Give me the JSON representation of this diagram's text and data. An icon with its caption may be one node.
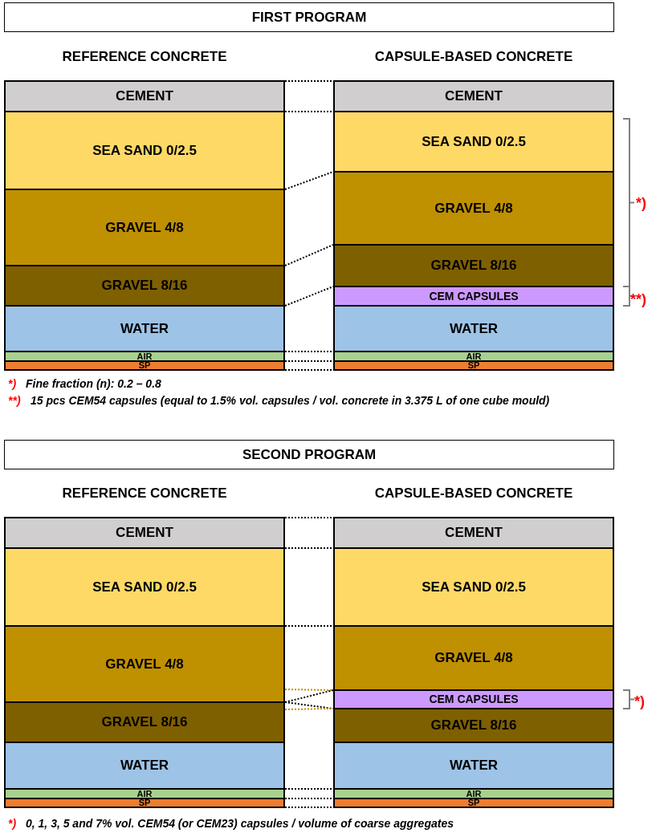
{
  "diagram": {
    "nodes": [
      {
        "text": [
          "FIRST PROGRAM"
        ]
      },
      {
        "text": [
          "CEMENT"
        ]
      },
      {
        "text": [
          "SEA SAND 0/2.5"
        ]
      },
      {
        "text": [
          "GRAVEL 4/8"
        ]
      },
      {
        "text": [
          "GRAVEL 8/16"
        ]
      },
      {
        "text": [
          "WATER"
        ]
      },
      {
        "text": [
          "AIR"
        ]
      },
      {
        "text": [
          "SP"
        ]
      },
      {
        "text": [
          "CEMENT"
        ]
      },
      {
        "text": [
          "SEA SAND 0/2.5"
        ]
      },
      {
        "text": [
          "GRAVEL 4/8"
        ]
      },
      {
        "text": [
          "GRAVEL 8/16"
        ]
      },
      {
        "text": [
          "CEM CAPSULES"
        ]
      },
      {
        "text": [
          "WATER"
        ]
      },
      {
        "text": [
          "AIR"
        ]
      },
      {
        "text": [
          "SP"
        ]
      },
      {
        "text": [
          "SECOND PROGRAM"
        ]
      },
      {
        "text": [
          "CEMENT"
        ]
      },
      {
        "text": [
          "SEA SAND 0/2.5"
        ]
      },
      {
        "text": [
          "GRAVEL 4/8"
        ]
      },
      {
        "text": [
          "GRAVEL 8/16"
        ]
      },
      {
        "text": [
          "WATER"
        ]
      },
      {
        "text": [
          "AIR"
        ]
      },
      {
        "text": [
          "SP"
        ]
      },
      {
        "text": [
          "CEMENT"
        ]
      },
      {
        "text": [
          "SEA SAND 0/2.5"
        ]
      },
      {
        "text": [
          "GRAVEL 4/8"
        ]
      },
      {
        "text": [
          "CEM CAPSULES"
        ]
      },
      {
        "text": [
          "GRAVEL 8/16"
        ]
      },
      {
        "text": [
          "WATER"
        ]
      },
      {
        "text": [
          "AIR"
        ]
      },
      {
        "text": [
          "SP"
        ]
      }
    ],
    "edges": [
      {
        "from": 1,
        "to": 8,
        "arrow": "none",
        "style": "dashed"
      },
      {
        "from": 2,
        "to": 9,
        "arrow": "none",
        "style": "dashed"
      },
      {
        "from": 3,
        "to": 10,
        "arrow": "none",
        "style": "dashed"
      },
      {
        "from": 4,
        "to": 11,
        "arrow": "none",
        "style": "dashed"
      },
      {
        "from": 5,
        "to": 12,
        "arrow": "none",
        "style": "dashed"
      },
      {
        "from": 6,
        "to": 14,
        "arrow": "none",
        "style": "dashed"
      },
      {
        "from": 7,
        "to": 15,
        "arrow": "none",
        "style": "dashed"
      },
      {
        "from": 7,
        "to": 15,
        "arrow": "none",
        "style": "dashed"
      },
      {
        "from": 17,
        "to": 24,
        "arrow": "none",
        "style": "dashed"
      },
      {
        "from": 18,
        "to": 25,
        "arrow": "none",
        "style": "dashed"
      },
      {
        "from": 19,
        "to": 26,
        "arrow": "none",
        "style": "dashed"
      },
      {
        "from": 19,
        "to": 27,
        "arrow": "none",
        "style": "dashed",
        "color": "#bf9000"
      },
      {
        "from": 20,
        "to": 27,
        "arrow": "none",
        "style": "dashed"
      },
      {
        "from": 20,
        "to": 28,
        "arrow": "none",
        "style": "dashed"
      },
      {
        "from": 20,
        "to": 28,
        "arrow": "none",
        "style": "dashed",
        "color": "#bf9000"
      },
      {
        "from": 22,
        "to": 30,
        "arrow": "none",
        "style": "dashed"
      },
      {
        "from": 23,
        "to": 31,
        "arrow": "none",
        "style": "dashed"
      },
      {
        "from": 23,
        "to": 31,
        "arrow": "none",
        "style": "dashed"
      }
    ],
    "labels": [
      "REFERENCE CONCRETE",
      "CAPSULE-BASED CONCRETE",
      "*)",
      "**)",
      "*)",
      "Fine fraction (n): 0.2 – 0.8",
      "**)",
      "15 pcs CEM54 capsules (equal to 1.5% vol. capsules / vol. concrete in 3.375 L of one cube mould)",
      "REFERENCE CONCRETE",
      "CAPSULE-BASED CONCRETE",
      "*)",
      "*)",
      "0, 1, 3, 5 and 7% vol. CEM54 (or CEM23) capsules / volume of coarse aggregates"
    ]
  }
}
